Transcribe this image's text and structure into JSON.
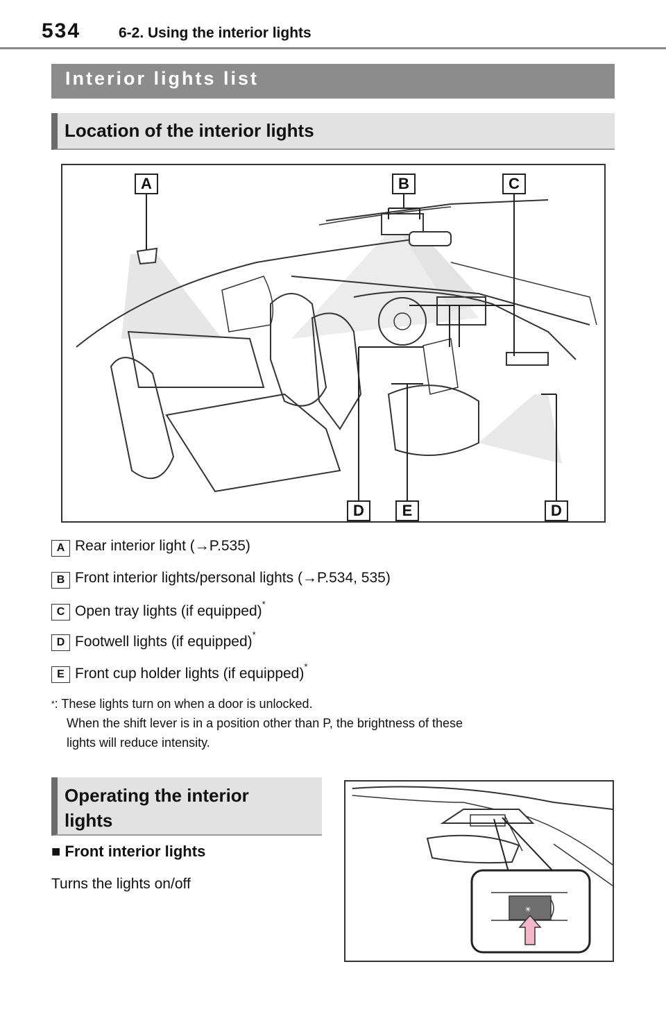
{
  "header": {
    "page_number": "534",
    "section": "6-2. Using the interior lights"
  },
  "main_title": "Interior lights list",
  "location_heading": "Location of the interior lights",
  "figure_callouts": [
    "A",
    "B",
    "C",
    "D",
    "E",
    "D"
  ],
  "legend": [
    {
      "key": "A",
      "text": "Rear interior light (→P.535)",
      "asterisk": ""
    },
    {
      "key": "B",
      "text": "Front interior lights/personal lights (→P.534, 535)",
      "asterisk": ""
    },
    {
      "key": "C",
      "text": "Open tray lights (if equipped)",
      "asterisk": "*"
    },
    {
      "key": "D",
      "text": "Footwell lights (if equipped)",
      "asterisk": "*"
    },
    {
      "key": "E",
      "text": "Front cup holder lights (if equipped)",
      "asterisk": "*"
    }
  ],
  "footnote": {
    "star": "*",
    "line1": ": These lights turn on when a door is unlocked.",
    "line2": "When the shift lever is in a position other than P, the brightness of these",
    "line3": "lights will reduce intensity."
  },
  "operating_heading_line1": "Operating the interior",
  "operating_heading_line2": "lights",
  "front_lights": {
    "bullet": "■",
    "heading": "Front interior lights",
    "description": "Turns the lights on/off"
  },
  "colors": {
    "band_dark": "#8c8c8c",
    "subhead_bg": "#e2e2e2",
    "press_arrow": "#f4b8c8"
  },
  "icons": [
    "arrow-right-icon",
    "push-arrow-icon",
    "light-switch-icon"
  ]
}
